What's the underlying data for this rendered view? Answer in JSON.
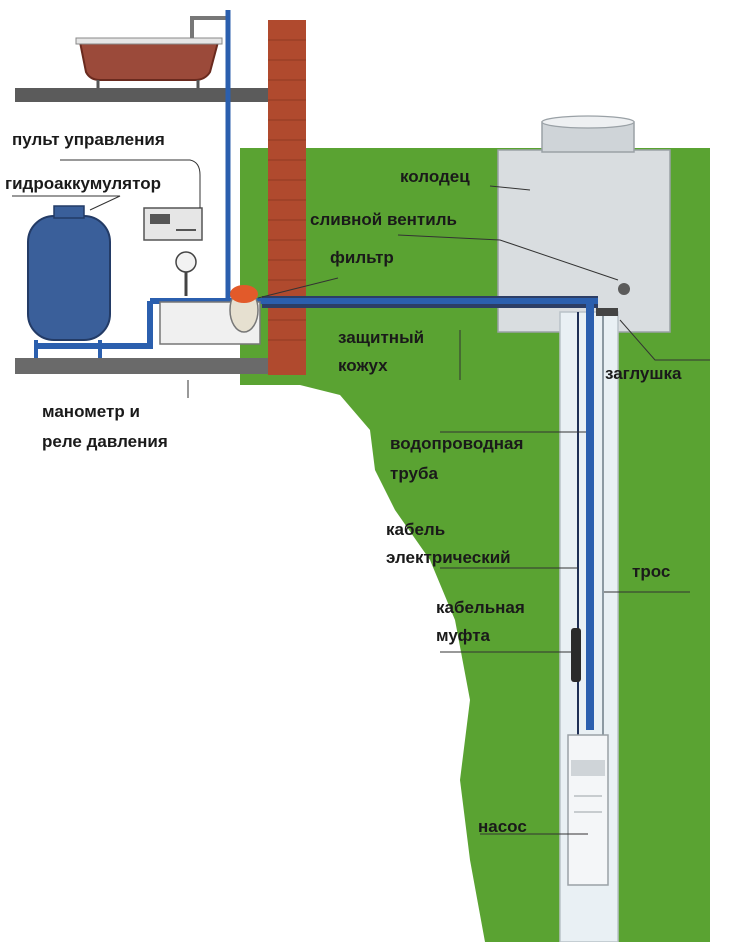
{
  "colors": {
    "ground": "#5aa332",
    "pipe": "#2b5fae",
    "brick": "#b04a2e",
    "concrete": "#d9dde0",
    "label": "#1a1a1a"
  },
  "labels": {
    "control_panel": "пульт управления",
    "accumulator": "гидроаккумулятор",
    "manometer_1": "манометр и",
    "manometer_2": "реле давления",
    "well": "колодец",
    "drain_valve": "сливной вентиль",
    "filter": "фильтр",
    "casing_1": "защитный",
    "casing_2": "кожух",
    "plug": "заглушка",
    "water_pipe_1": "водопроводная",
    "water_pipe_2": "труба",
    "cable_1": "кабель",
    "cable_2": "электрический",
    "rope": "трос",
    "coupling_1": "кабельная",
    "coupling_2": "муфта",
    "pump": "насос"
  }
}
